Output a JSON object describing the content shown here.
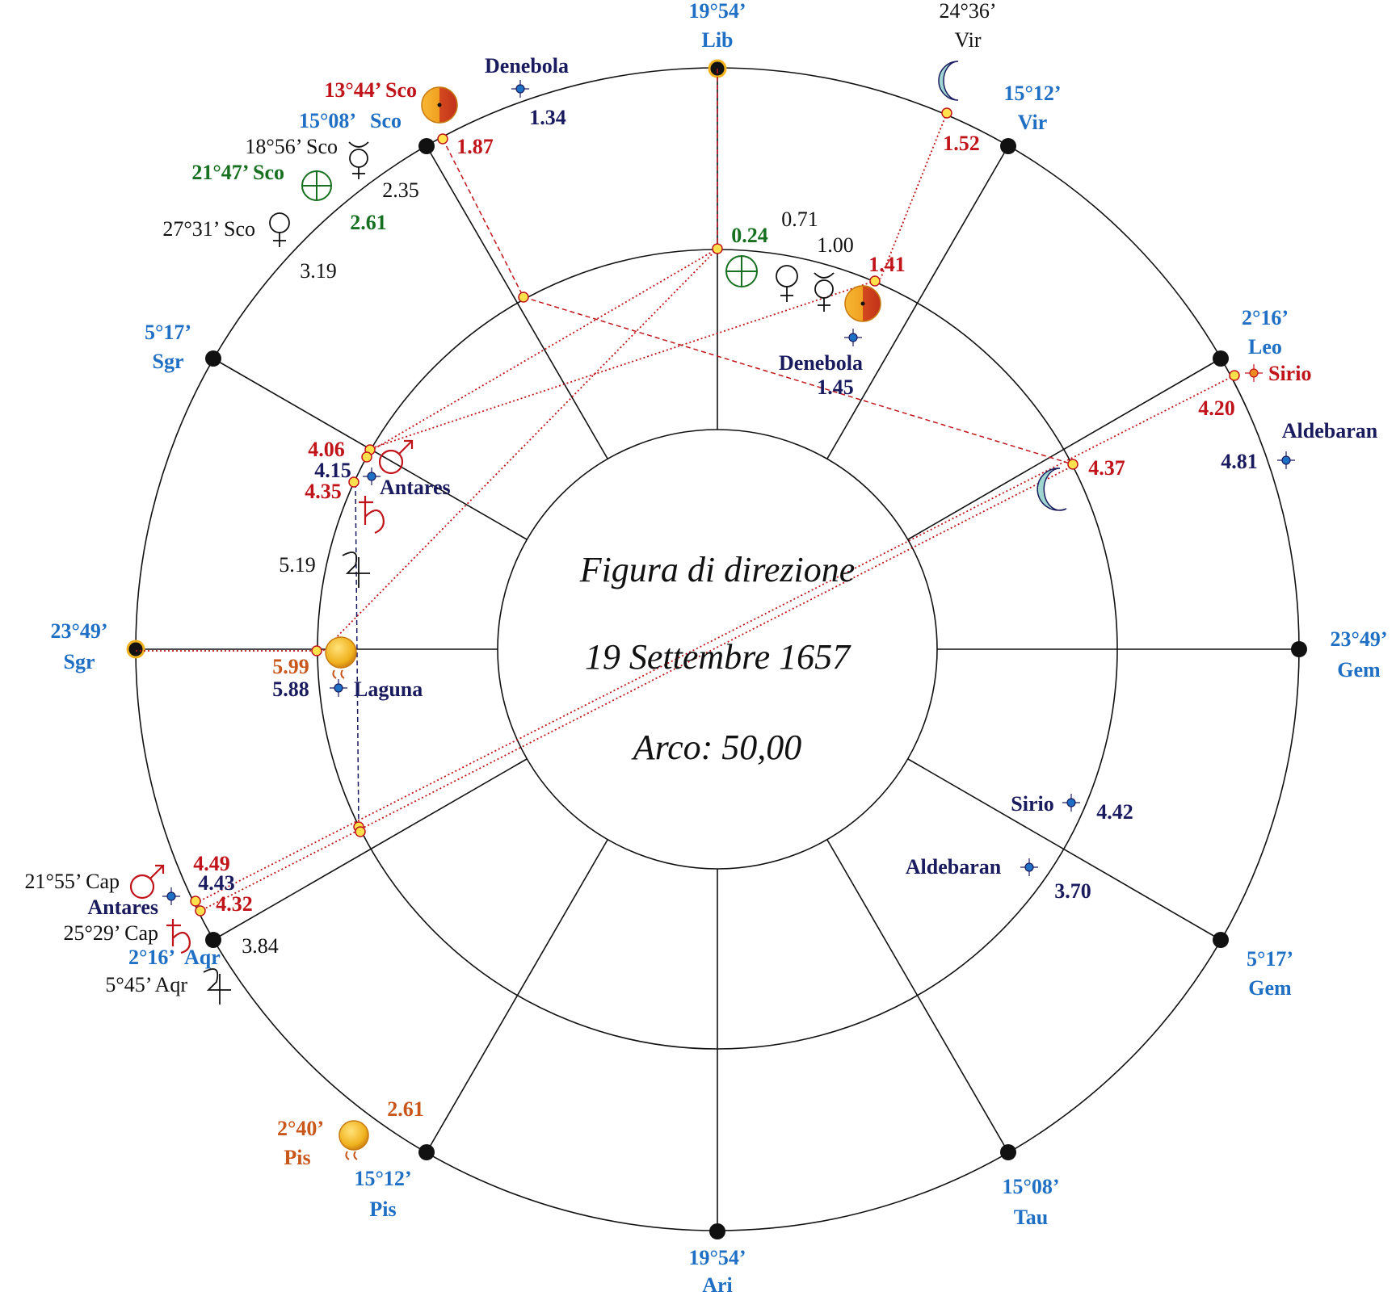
{
  "colors": {
    "blue_cusp_label": "#1f6fc4",
    "navy_star_label": "#1a1a5e",
    "red_label": "#c0141a",
    "green_label": "#17701f",
    "orange_label": "#c9561a",
    "sun_fill": "#f0b21e",
    "moon_fill": "#9fd6d0",
    "point_fill": "#ffe14d"
  },
  "center": {
    "line1": "Figura di direzione",
    "line2": "19 Settembre 1657",
    "line3": "Arco: 50,00"
  },
  "cusps": {
    "lib": {
      "deg": "19°54’",
      "sign": "Lib"
    },
    "vir": {
      "deg": "15°12’",
      "sign": "Vir"
    },
    "leo": {
      "deg": "2°16’",
      "sign": "Leo"
    },
    "gem_mc": {
      "deg": "23°49’",
      "sign": "Gem"
    },
    "gem": {
      "deg": "5°17’",
      "sign": "Gem"
    },
    "tau": {
      "deg": "15°08’",
      "sign": "Tau"
    },
    "ari": {
      "deg": "19°54’",
      "sign": "Ari"
    },
    "pis": {
      "deg": "15°12’",
      "sign": "Pis"
    },
    "aqr": {
      "deg": "2°16’",
      "sign": "Aqr"
    },
    "sgr_asc": {
      "deg": "23°49’",
      "sign": "Sgr"
    },
    "sgr": {
      "deg": "5°17’",
      "sign": "Sgr"
    },
    "sco": {
      "deg": "15°08’",
      "sign": "Sco"
    }
  },
  "natal": {
    "moon": {
      "deg": "24°36’",
      "sign": "Vir",
      "arc": "1.52"
    },
    "mars_sco": {
      "label": "13°44’ Sco",
      "arc": "1.87"
    },
    "mercury": {
      "label": "18°56’ Sco",
      "arc": "2.35"
    },
    "fortune": {
      "label": "21°47’ Sco",
      "arc": "2.61"
    },
    "venus": {
      "label": "27°31’ Sco",
      "arc": "3.19"
    },
    "mars_cap": {
      "label": "21°55’ Cap",
      "arc": "4.49"
    },
    "saturn": {
      "label": "25°29’  Cap",
      "arc": "4.32"
    },
    "jupiter": {
      "label": "5°45’ Aqr",
      "arc": "3.84"
    },
    "sun": {
      "deg": "2°40’",
      "sign": "Pis",
      "arc": "2.61"
    }
  },
  "stars": {
    "denebola_outer": {
      "name": "Denebola",
      "arc": "1.34"
    },
    "sirio_outer": {
      "name": "Sirio",
      "arc": "4.20"
    },
    "aldebaran_outer": {
      "name": "Aldebaran",
      "arc": "4.81"
    },
    "antares_outer": {
      "name": "Antares",
      "arc": "4.43"
    },
    "denebola_inner": {
      "name": "Denebola",
      "arc": "1.45"
    },
    "antares_inner": {
      "name": "Antares",
      "arc": "4.15"
    },
    "laguna": {
      "name": "Laguna",
      "arc": "5.88"
    },
    "sirio_inner": {
      "name": "Sirio",
      "arc": "4.42"
    },
    "aldebaran_inner": {
      "name": "Aldebaran",
      "arc": "3.70"
    }
  },
  "inner": {
    "fortune_arc": "0.24",
    "venus_arc": "0.71",
    "mercury_arc": "1.00",
    "mars_arc": "1.41",
    "moon_arc": "4.37",
    "mars2_arc": "4.06",
    "saturn_arc": "4.35",
    "jupiter_arc": "5.19",
    "sun_arc": "5.99"
  }
}
